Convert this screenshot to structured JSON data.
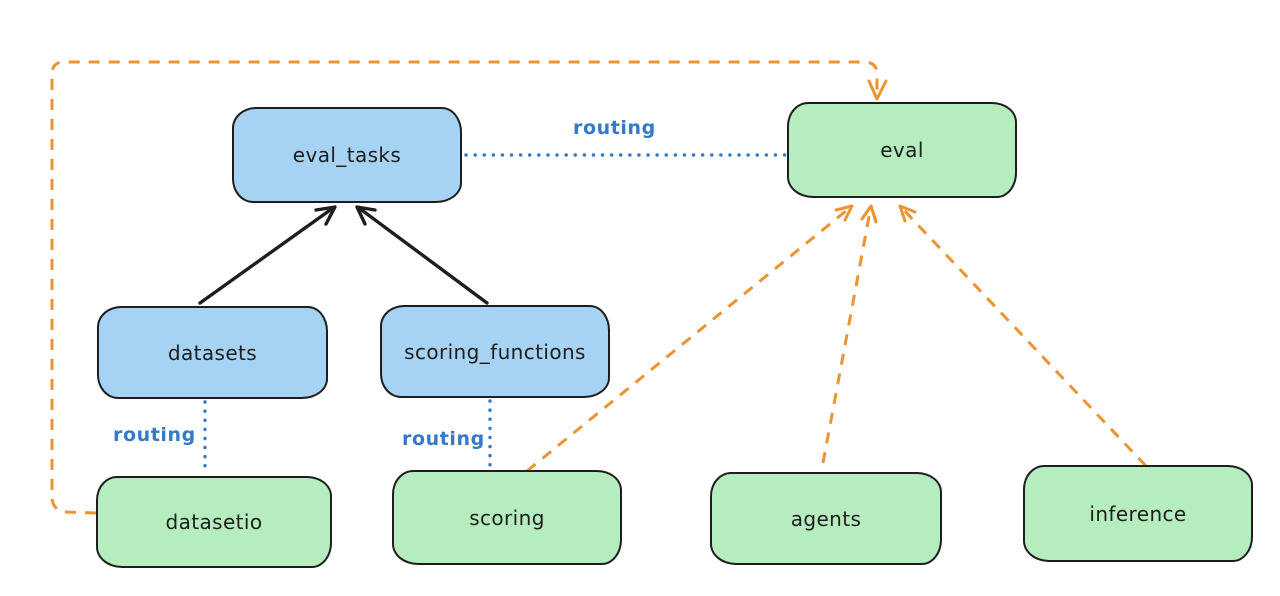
{
  "diagram": {
    "description": "hand-drawn style architecture diagram of eval-related APIs and routing",
    "colors": {
      "background": "#ffffff",
      "registry_node_fill": "#a6d3f3",
      "provider_node_fill": "#b6edbe",
      "node_stroke": "#1e1e1e",
      "solid_edge": "#1e1e1e",
      "routing_edge": "#3579c8",
      "routing_label_text": "#3579c8",
      "provider_edge": "#ec9333"
    },
    "nodes": [
      {
        "id": "eval_tasks",
        "label": "eval_tasks",
        "kind": "blue-registry"
      },
      {
        "id": "eval",
        "label": "eval",
        "kind": "green-api"
      },
      {
        "id": "datasets",
        "label": "datasets",
        "kind": "blue-registry"
      },
      {
        "id": "scoring_functions",
        "label": "scoring_functions",
        "kind": "blue-registry"
      },
      {
        "id": "datasetio",
        "label": "datasetio",
        "kind": "green-api"
      },
      {
        "id": "scoring",
        "label": "scoring",
        "kind": "green-api"
      },
      {
        "id": "agents",
        "label": "agents",
        "kind": "green-api"
      },
      {
        "id": "inference",
        "label": "inference",
        "kind": "green-api"
      }
    ],
    "edges": [
      {
        "from": "datasets",
        "to": "eval_tasks",
        "style": "solid-arrow",
        "color": "#1e1e1e",
        "label": ""
      },
      {
        "from": "scoring_functions",
        "to": "eval_tasks",
        "style": "solid-arrow",
        "color": "#1e1e1e",
        "label": ""
      },
      {
        "from": "eval_tasks",
        "to": "eval",
        "style": "dotted",
        "color": "#3579c8",
        "label": "routing"
      },
      {
        "from": "datasets",
        "to": "datasetio",
        "style": "dotted",
        "color": "#3579c8",
        "label": "routing"
      },
      {
        "from": "scoring_functions",
        "to": "scoring",
        "style": "dotted",
        "color": "#3579c8",
        "label": "routing"
      },
      {
        "from": "datasetio",
        "to": "eval",
        "style": "dashed-arrow-orthogonal",
        "color": "#ec9333",
        "label": ""
      },
      {
        "from": "scoring",
        "to": "eval",
        "style": "dashed-arrow",
        "color": "#ec9333",
        "label": ""
      },
      {
        "from": "agents",
        "to": "eval",
        "style": "dashed-arrow",
        "color": "#ec9333",
        "label": ""
      },
      {
        "from": "inference",
        "to": "eval",
        "style": "dashed-arrow",
        "color": "#ec9333",
        "label": ""
      }
    ]
  }
}
